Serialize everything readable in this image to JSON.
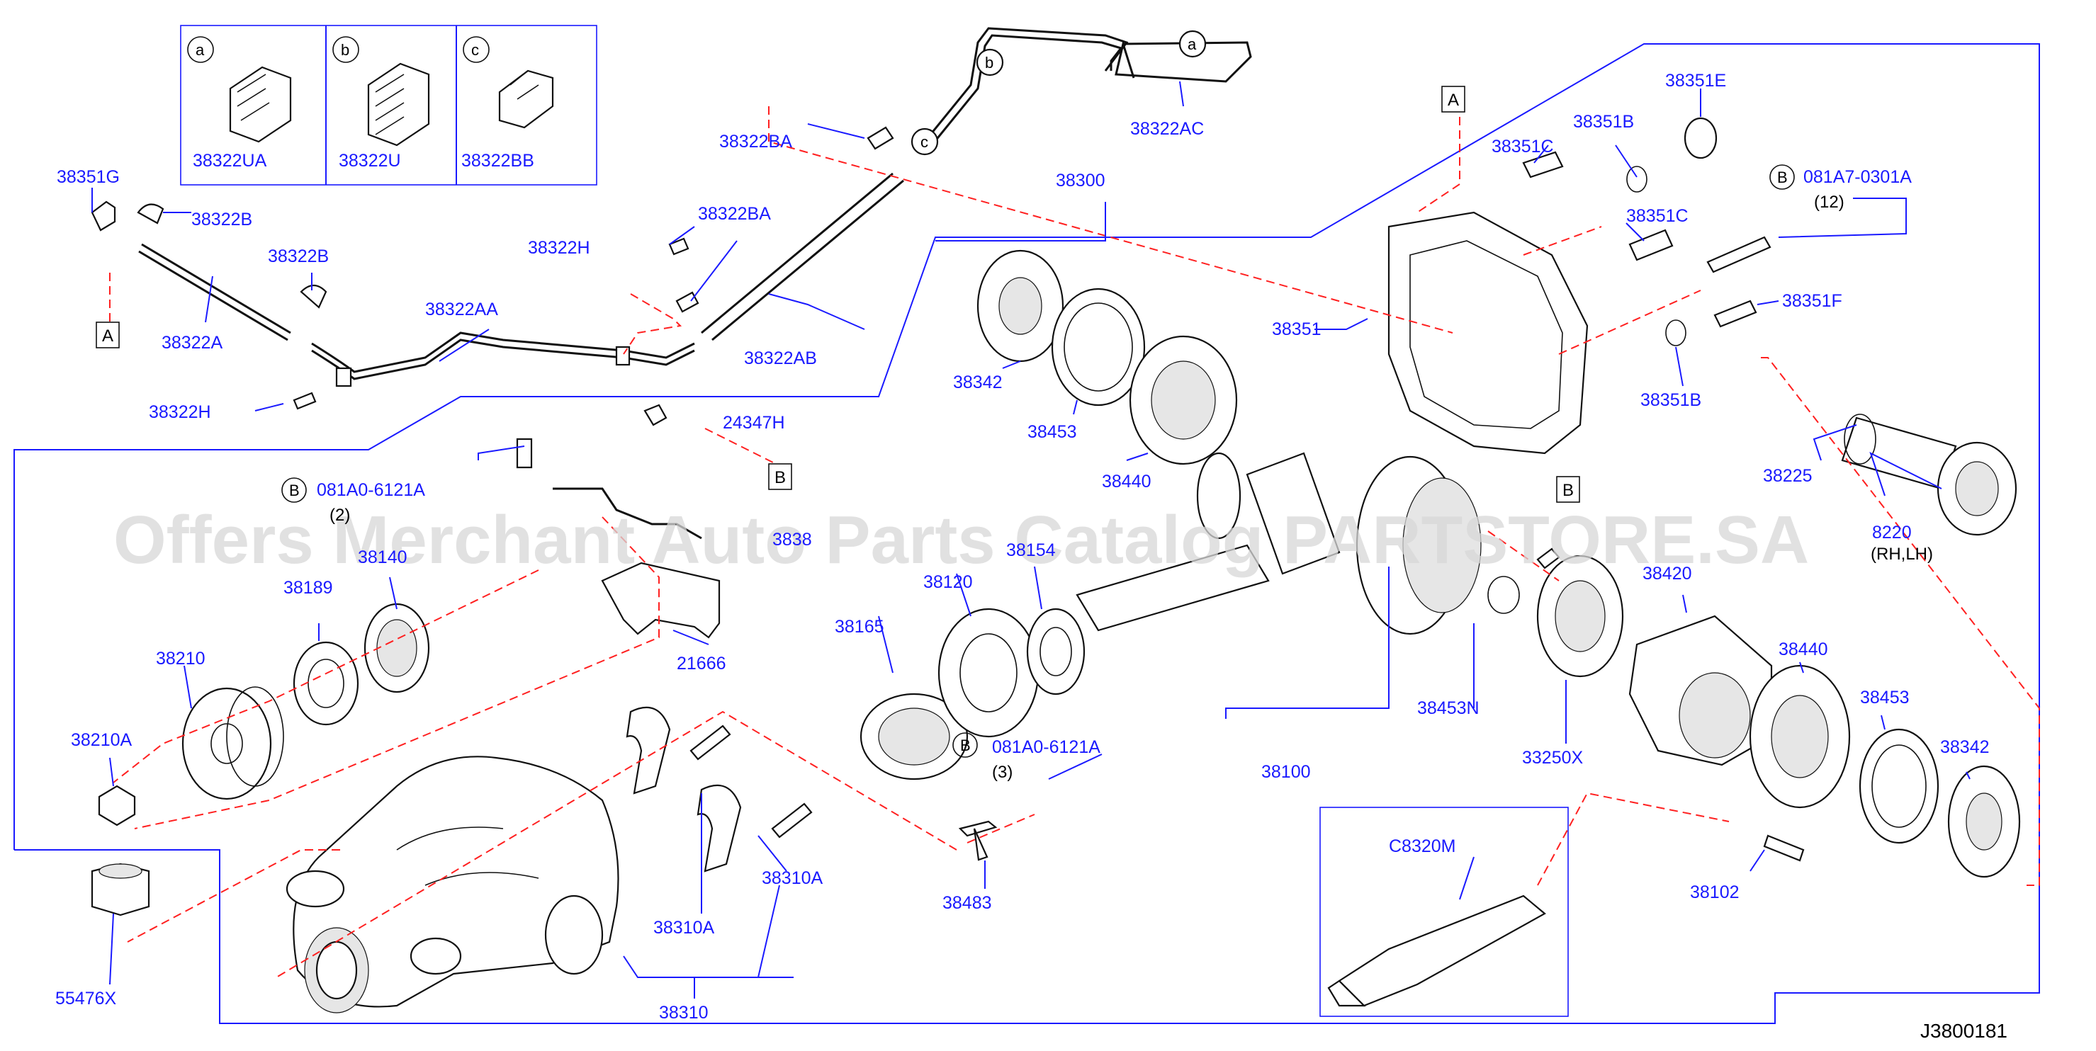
{
  "diagram_id": "J3800181",
  "watermark": "Offers Merchant Auto Parts Catalog PARTSTORE.SA",
  "legend": {
    "a": {
      "letter": "a",
      "part": "38322UA"
    },
    "b": {
      "letter": "b",
      "part": "38322U"
    },
    "c": {
      "letter": "c",
      "part": "38322BB"
    }
  },
  "labels": {
    "p38351G": "38351G",
    "p38322B_1": "38322B",
    "p38322B_2": "38322B",
    "p38322A": "38322A",
    "p38322H_1": "38322H",
    "p38322AA": "38322AA",
    "p38322H_2": "38322H",
    "p38322BA_1": "38322BA",
    "p38322BA_2": "38322BA",
    "p38322AB": "38322AB",
    "p38322AC": "38322AC",
    "p24347H": "24347H",
    "p081A0_top": "081A0-6121A",
    "q_top": "(2)",
    "p3838": "3838",
    "p38140": "38140",
    "p38189": "38189",
    "p38210": "38210",
    "p38210A": "38210A",
    "p55476X": "55476X",
    "p21666": "21666",
    "p38310A_1": "38310A",
    "p38310A_2": "38310A",
    "p38310": "38310",
    "p38165": "38165",
    "p38120": "38120",
    "p38154": "38154",
    "p081A0_mid": "081A0-6121A",
    "q_mid": "(3)",
    "p38483": "38483",
    "p38300": "38300",
    "p38342_1": "38342",
    "p38453_1": "38453",
    "p38440_1": "38440",
    "p38100": "38100",
    "p38453N": "38453N",
    "p33250X": "33250X",
    "p38420": "38420",
    "p38440_2": "38440",
    "p38453_2": "38453",
    "p38342_2": "38342",
    "p38102": "38102",
    "pC8320M": "C8320M",
    "p38351": "38351",
    "p38351C_1": "38351C",
    "p38351B_1": "38351B",
    "p38351E": "38351E",
    "p38351C_2": "38351C",
    "p081A7": "081A7-0301A",
    "q_right": "(12)",
    "p38351F": "38351F",
    "p38351B_2": "38351B",
    "p38225": "38225",
    "p8220": "8220",
    "rhlh": "(RH,LH)"
  },
  "callouts": {
    "A_top": "A",
    "A_left": "A",
    "B_mid": "B",
    "B_right": "B",
    "circle_a": "a",
    "circle_b": "b",
    "circle_c": "c",
    "bolt_B1": "B",
    "bolt_B2": "B",
    "bolt_B3": "B"
  },
  "colors": {
    "label_blue": "#1a1aff",
    "leader_red": "#ff2020",
    "line_black": "#111111"
  }
}
